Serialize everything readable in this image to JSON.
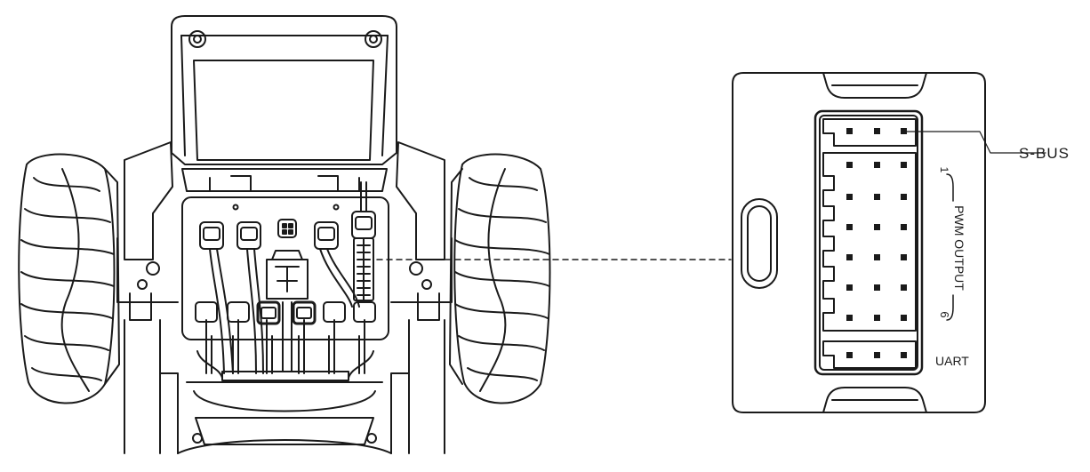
{
  "labels": {
    "sbus": "S-BUS",
    "pwm": "PWM OUTPUT",
    "pwm_first": "1",
    "pwm_last": "6",
    "uart": "UART"
  },
  "colors": {
    "line": "#1a1a1a",
    "background": "#ffffff"
  },
  "connector": {
    "sbus_rows": 1,
    "pwm_rows": 6,
    "uart_rows": 1,
    "pins_per_row": 3
  }
}
